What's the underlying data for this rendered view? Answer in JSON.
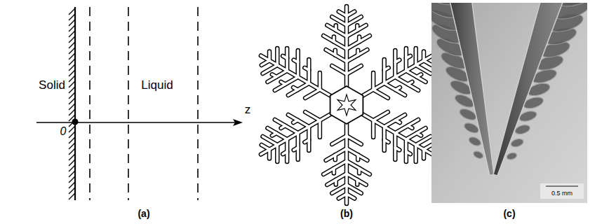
{
  "diagram": {
    "labels": [
      "Solid",
      "Liquid",
      "0",
      "z",
      "0.5 mm",
      "(a)",
      "(b)",
      "(c)"
    ]
  }
}
